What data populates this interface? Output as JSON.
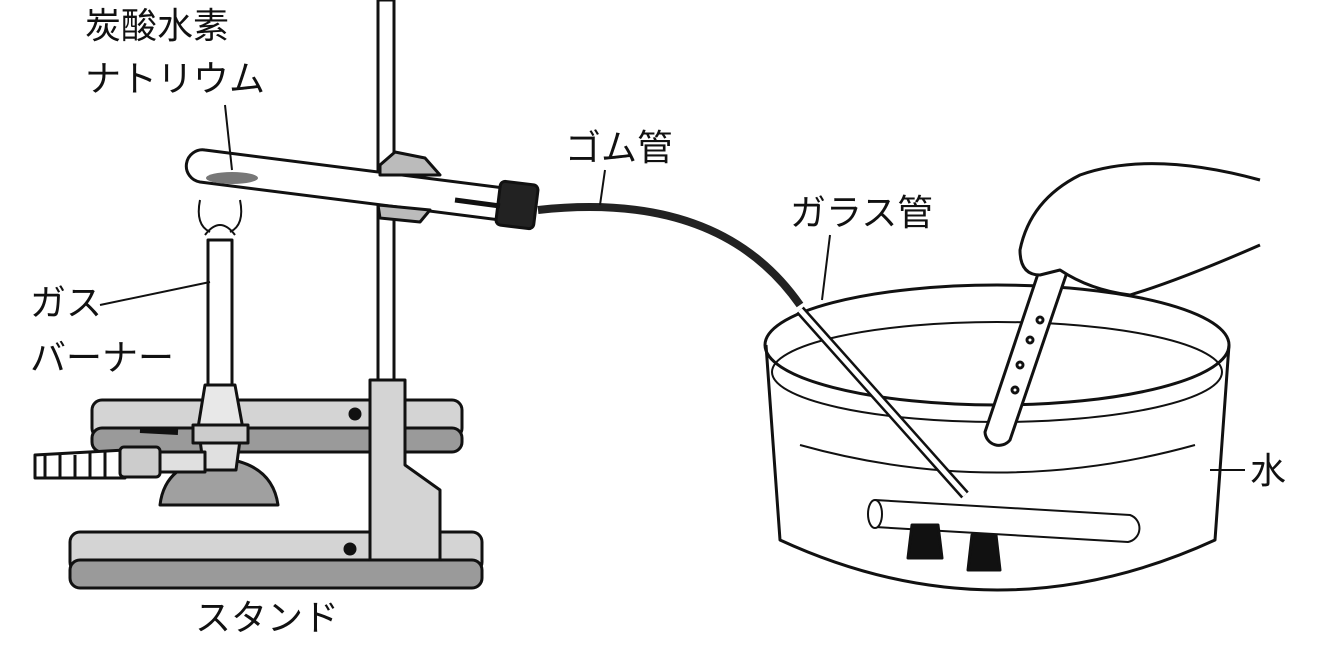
{
  "labels": {
    "sodium_bicarbonate_line1": "炭酸水素",
    "sodium_bicarbonate_line2": "ナトリウム",
    "rubber_tube": "ゴム管",
    "glass_tube": "ガラス管",
    "gas_burner_line1": "ガス",
    "gas_burner_line2": "バーナー",
    "water": "水",
    "stand": "スタンド"
  },
  "colors": {
    "line": "#111111",
    "gray_fill": "#cfcfcf",
    "dark_gray": "#8a8a8a"
  }
}
